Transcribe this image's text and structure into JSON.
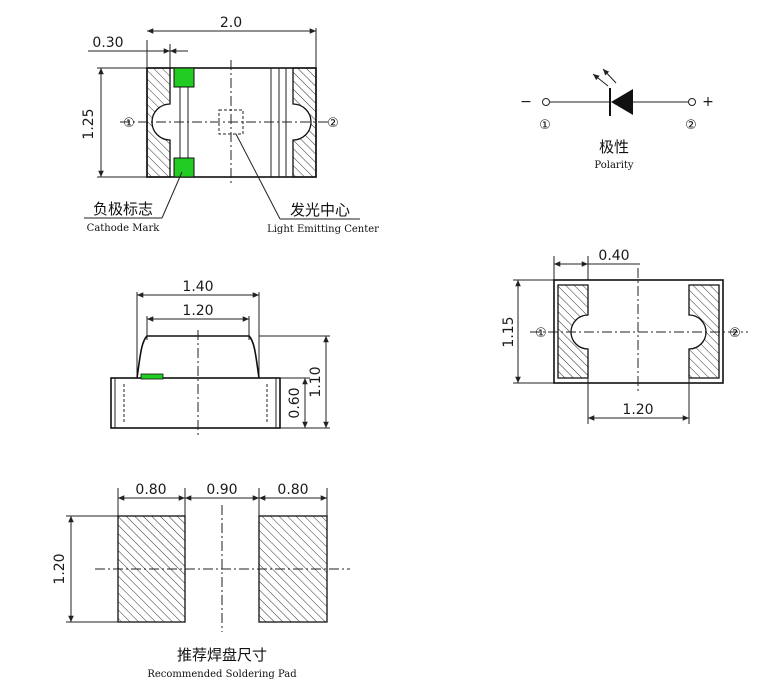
{
  "top_view": {
    "dim_width": "2.0",
    "dim_band": "0.30",
    "dim_height": "1.25",
    "pin1": "①",
    "pin2": "②",
    "cathode_mark_zh": "负极标志",
    "cathode_mark_en": "Cathode Mark",
    "light_center_zh": "发光中心",
    "light_center_en": "Light Emitting Center",
    "mark_color": "#22cc22"
  },
  "polarity": {
    "minus": "−",
    "plus": "+",
    "pin1": "①",
    "pin2": "②",
    "label_zh": "极性",
    "label_en": "Polarity"
  },
  "side_view": {
    "dim_top": "1.40",
    "dim_lens": "1.20",
    "dim_body_height": "0.60",
    "dim_total_height": "1.10"
  },
  "bottom_view": {
    "dim_pad": "0.40",
    "dim_height": "1.15",
    "dim_span": "1.20",
    "pin1": "①",
    "pin2": "②"
  },
  "soldering_pad": {
    "dim_pad_left": "0.80",
    "dim_gap": "0.90",
    "dim_pad_right": "0.80",
    "dim_height": "1.20",
    "label_zh": "推荐焊盘尺寸",
    "label_en": "Recommended Soldering Pad"
  }
}
